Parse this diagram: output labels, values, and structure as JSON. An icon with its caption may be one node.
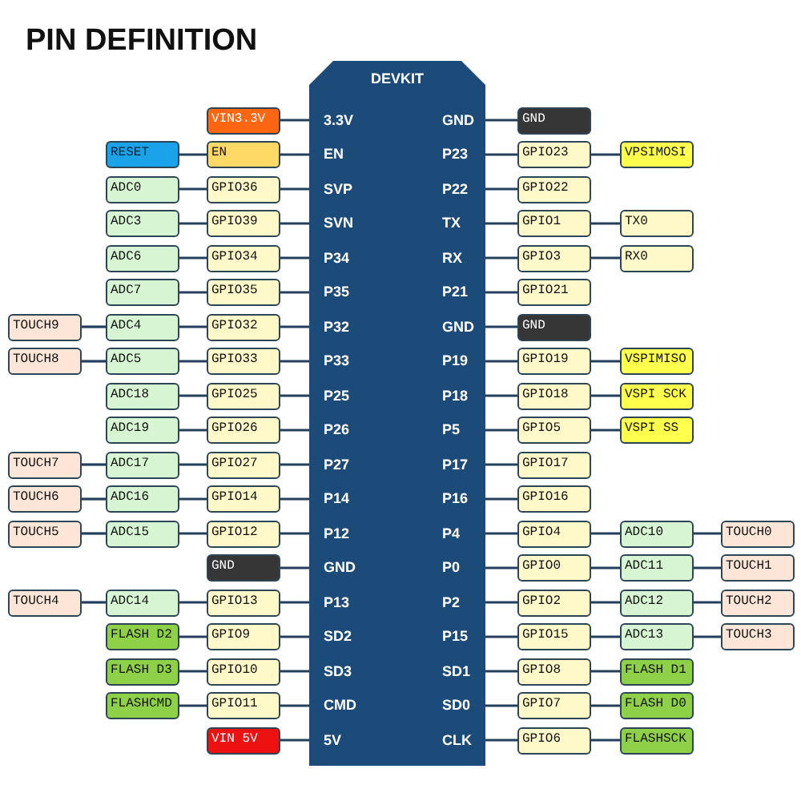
{
  "diagram": {
    "title": "PIN DEFINITION",
    "nodes": [
      {
        "text": [
          "DEVKIT"
        ]
      },
      {
        "text": [
          "VIN3.3V"
        ]
      },
      {
        "text": [
          "3.3V"
        ],
        "in": 0
      },
      {
        "text": [
          "GND"
        ],
        "in": 0
      },
      {
        "text": [
          "GND"
        ]
      },
      {
        "text": [
          "RESET"
        ]
      },
      {
        "text": [
          "EN"
        ]
      },
      {
        "text": [
          "EN"
        ],
        "in": 0
      },
      {
        "text": [
          "P23"
        ],
        "in": 0
      },
      {
        "text": [
          "GPIO23"
        ]
      },
      {
        "text": [
          "VPSIMOSI"
        ]
      },
      {
        "text": [
          "ADC0"
        ]
      },
      {
        "text": [
          "GPIO36"
        ]
      },
      {
        "text": [
          "SVP"
        ],
        "in": 0
      },
      {
        "text": [
          "P22"
        ],
        "in": 0
      },
      {
        "text": [
          "GPIO22"
        ]
      },
      {
        "text": [
          "ADC3"
        ]
      },
      {
        "text": [
          "GPIO39"
        ]
      },
      {
        "text": [
          "SVN"
        ],
        "in": 0
      },
      {
        "text": [
          "TX"
        ],
        "in": 0
      },
      {
        "text": [
          "GPIO1"
        ]
      },
      {
        "text": [
          "TX0"
        ]
      },
      {
        "text": [
          "ADC6"
        ]
      },
      {
        "text": [
          "GPIO34"
        ]
      },
      {
        "text": [
          "P34"
        ],
        "in": 0
      },
      {
        "text": [
          "RX"
        ],
        "in": 0
      },
      {
        "text": [
          "GPIO3"
        ]
      },
      {
        "text": [
          "RX0"
        ]
      },
      {
        "text": [
          "ADC7"
        ]
      },
      {
        "text": [
          "GPIO35"
        ]
      },
      {
        "text": [
          "P35"
        ],
        "in": 0
      },
      {
        "text": [
          "P21"
        ],
        "in": 0
      },
      {
        "text": [
          "GPIO21"
        ]
      },
      {
        "text": [
          "TOUCH9"
        ]
      },
      {
        "text": [
          "ADC4"
        ]
      },
      {
        "text": [
          "GPIO32"
        ]
      },
      {
        "text": [
          "P32"
        ],
        "in": 0
      },
      {
        "text": [
          "GND"
        ],
        "in": 0
      },
      {
        "text": [
          "GND"
        ]
      },
      {
        "text": [
          "TOUCH8"
        ]
      },
      {
        "text": [
          "ADC5"
        ]
      },
      {
        "text": [
          "GPIO33"
        ]
      },
      {
        "text": [
          "P33"
        ],
        "in": 0
      },
      {
        "text": [
          "P19"
        ],
        "in": 0
      },
      {
        "text": [
          "GPIO19"
        ]
      },
      {
        "text": [
          "VSPIMISO"
        ]
      },
      {
        "text": [
          "ADC18"
        ]
      },
      {
        "text": [
          "GPIO25"
        ]
      },
      {
        "text": [
          "P25"
        ],
        "in": 0
      },
      {
        "text": [
          "P18"
        ],
        "in": 0
      },
      {
        "text": [
          "GPIO18"
        ]
      },
      {
        "text": [
          "VSPI SCK"
        ]
      },
      {
        "text": [
          "ADC19"
        ]
      },
      {
        "text": [
          "GPIO26"
        ]
      },
      {
        "text": [
          "P26"
        ],
        "in": 0
      },
      {
        "text": [
          "P5"
        ],
        "in": 0
      },
      {
        "text": [
          "GPIO5"
        ]
      },
      {
        "text": [
          "VSPI SS"
        ]
      },
      {
        "text": [
          "TOUCH7"
        ]
      },
      {
        "text": [
          "ADC17"
        ]
      },
      {
        "text": [
          "GPIO27"
        ]
      },
      {
        "text": [
          "P27"
        ],
        "in": 0
      },
      {
        "text": [
          "P17"
        ],
        "in": 0
      },
      {
        "text": [
          "GPIO17"
        ]
      },
      {
        "text": [
          "TOUCH6"
        ]
      },
      {
        "text": [
          "ADC16"
        ]
      },
      {
        "text": [
          "GPIO14"
        ]
      },
      {
        "text": [
          "P14"
        ],
        "in": 0
      },
      {
        "text": [
          "P16"
        ],
        "in": 0
      },
      {
        "text": [
          "GPIO16"
        ]
      },
      {
        "text": [
          "TOUCH5"
        ]
      },
      {
        "text": [
          "ADC15"
        ]
      },
      {
        "text": [
          "GPIO12"
        ]
      },
      {
        "text": [
          "P12"
        ],
        "in": 0
      },
      {
        "text": [
          "P4"
        ],
        "in": 0
      },
      {
        "text": [
          "GPIO4"
        ]
      },
      {
        "text": [
          "ADC10"
        ]
      },
      {
        "text": [
          "TOUCH0"
        ]
      },
      {
        "text": [
          "GND"
        ]
      },
      {
        "text": [
          "GND"
        ],
        "in": 0
      },
      {
        "text": [
          "P0"
        ],
        "in": 0
      },
      {
        "text": [
          "GPIO0"
        ]
      },
      {
        "text": [
          "ADC11"
        ]
      },
      {
        "text": [
          "TOUCH1"
        ]
      },
      {
        "text": [
          "TOUCH4"
        ]
      },
      {
        "text": [
          "ADC14"
        ]
      },
      {
        "text": [
          "GPIO13"
        ]
      },
      {
        "text": [
          "P13"
        ],
        "in": 0
      },
      {
        "text": [
          "P2"
        ],
        "in": 0
      },
      {
        "text": [
          "GPIO2"
        ]
      },
      {
        "text": [
          "ADC12"
        ]
      },
      {
        "text": [
          "TOUCH2"
        ]
      },
      {
        "text": [
          "FLASH D2"
        ]
      },
      {
        "text": [
          "GPIO9"
        ]
      },
      {
        "text": [
          "SD2"
        ],
        "in": 0
      },
      {
        "text": [
          "P15"
        ],
        "in": 0
      },
      {
        "text": [
          "GPIO15"
        ]
      },
      {
        "text": [
          "ADC13"
        ]
      },
      {
        "text": [
          "TOUCH3"
        ]
      },
      {
        "text": [
          "FLASH D3"
        ]
      },
      {
        "text": [
          "GPIO10"
        ]
      },
      {
        "text": [
          "SD3"
        ],
        "in": 0
      },
      {
        "text": [
          "SD1"
        ],
        "in": 0
      },
      {
        "text": [
          "GPIO8"
        ]
      },
      {
        "text": [
          "FLASH D1"
        ]
      },
      {
        "text": [
          "FLASHCMD"
        ]
      },
      {
        "text": [
          "GPIO11"
        ]
      },
      {
        "text": [
          "CMD"
        ],
        "in": 0
      },
      {
        "text": [
          "SD0"
        ],
        "in": 0
      },
      {
        "text": [
          "GPIO7"
        ]
      },
      {
        "text": [
          "FLASH D0"
        ]
      },
      {
        "text": [
          "VIN 5V"
        ]
      },
      {
        "text": [
          "5V"
        ],
        "in": 0
      },
      {
        "text": [
          "CLK"
        ],
        "in": 0
      },
      {
        "text": [
          "GPIO6"
        ]
      },
      {
        "text": [
          "FLASHSCK"
        ]
      }
    ],
    "edges": [
      {
        "from": 1,
        "to": 2,
        "arrow": "none"
      },
      {
        "from": 3,
        "to": 4,
        "arrow": "none"
      },
      {
        "from": 5,
        "to": 6,
        "arrow": "none"
      },
      {
        "from": 6,
        "to": 7,
        "arrow": "none"
      },
      {
        "from": 8,
        "to": 9,
        "arrow": "none"
      },
      {
        "from": 9,
        "to": 10,
        "arrow": "none"
      },
      {
        "from": 11,
        "to": 12,
        "arrow": "none"
      },
      {
        "from": 12,
        "to": 13,
        "arrow": "none"
      },
      {
        "from": 14,
        "to": 15,
        "arrow": "none"
      },
      {
        "from": 16,
        "to": 17,
        "arrow": "none"
      },
      {
        "from": 17,
        "to": 18,
        "arrow": "none"
      },
      {
        "from": 19,
        "to": 20,
        "arrow": "none"
      },
      {
        "from": 20,
        "to": 21,
        "arrow": "none"
      },
      {
        "from": 22,
        "to": 23,
        "arrow": "none"
      },
      {
        "from": 23,
        "to": 24,
        "arrow": "none"
      },
      {
        "from": 25,
        "to": 26,
        "arrow": "none"
      },
      {
        "from": 26,
        "to": 27,
        "arrow": "none"
      },
      {
        "from": 28,
        "to": 29,
        "arrow": "none"
      },
      {
        "from": 29,
        "to": 30,
        "arrow": "none"
      },
      {
        "from": 31,
        "to": 32,
        "arrow": "none"
      },
      {
        "from": 33,
        "to": 34,
        "arrow": "none"
      },
      {
        "from": 34,
        "to": 35,
        "arrow": "none"
      },
      {
        "from": 35,
        "to": 36,
        "arrow": "none"
      },
      {
        "from": 37,
        "to": 38,
        "arrow": "none"
      },
      {
        "from": 39,
        "to": 40,
        "arrow": "none"
      },
      {
        "from": 40,
        "to": 41,
        "arrow": "none"
      },
      {
        "from": 41,
        "to": 42,
        "arrow": "none"
      },
      {
        "from": 43,
        "to": 44,
        "arrow": "none"
      },
      {
        "from": 44,
        "to": 45,
        "arrow": "none"
      },
      {
        "from": 46,
        "to": 47,
        "arrow": "none"
      },
      {
        "from": 47,
        "to": 48,
        "arrow": "none"
      },
      {
        "from": 49,
        "to": 50,
        "arrow": "none"
      },
      {
        "from": 50,
        "to": 51,
        "arrow": "none"
      },
      {
        "from": 52,
        "to": 53,
        "arrow": "none"
      },
      {
        "from": 53,
        "to": 54,
        "arrow": "none"
      },
      {
        "from": 55,
        "to": 56,
        "arrow": "none"
      },
      {
        "from": 56,
        "to": 57,
        "arrow": "none"
      },
      {
        "from": 58,
        "to": 59,
        "arrow": "none"
      },
      {
        "from": 59,
        "to": 60,
        "arrow": "none"
      },
      {
        "from": 60,
        "to": 61,
        "arrow": "none"
      },
      {
        "from": 62,
        "to": 63,
        "arrow": "none"
      },
      {
        "from": 64,
        "to": 65,
        "arrow": "none"
      },
      {
        "from": 65,
        "to": 66,
        "arrow": "none"
      },
      {
        "from": 66,
        "to": 67,
        "arrow": "none"
      },
      {
        "from": 68,
        "to": 69,
        "arrow": "none"
      },
      {
        "from": 70,
        "to": 71,
        "arrow": "none"
      },
      {
        "from": 71,
        "to": 72,
        "arrow": "none"
      },
      {
        "from": 72,
        "to": 73,
        "arrow": "none"
      },
      {
        "from": 74,
        "to": 75,
        "arrow": "none"
      },
      {
        "from": 75,
        "to": 76,
        "arrow": "none"
      },
      {
        "from": 76,
        "to": 77,
        "arrow": "none"
      },
      {
        "from": 78,
        "to": 79,
        "arrow": "none"
      },
      {
        "from": 80,
        "to": 81,
        "arrow": "none"
      },
      {
        "from": 81,
        "to": 82,
        "arrow": "none"
      },
      {
        "from": 82,
        "to": 83,
        "arrow": "none"
      },
      {
        "from": 84,
        "to": 85,
        "arrow": "none"
      },
      {
        "from": 85,
        "to": 86,
        "arrow": "none"
      },
      {
        "from": 86,
        "to": 87,
        "arrow": "none"
      },
      {
        "from": 88,
        "to": 89,
        "arrow": "none"
      },
      {
        "from": 89,
        "to": 90,
        "arrow": "none"
      },
      {
        "from": 90,
        "to": 91,
        "arrow": "none"
      },
      {
        "from": 92,
        "to": 93,
        "arrow": "none"
      },
      {
        "from": 93,
        "to": 94,
        "arrow": "none"
      },
      {
        "from": 95,
        "to": 96,
        "arrow": "none"
      },
      {
        "from": 96,
        "to": 97,
        "arrow": "none"
      },
      {
        "from": 97,
        "to": 98,
        "arrow": "none"
      },
      {
        "from": 99,
        "to": 100,
        "arrow": "none"
      },
      {
        "from": 100,
        "to": 101,
        "arrow": "none"
      },
      {
        "from": 102,
        "to": 103,
        "arrow": "none"
      },
      {
        "from": 103,
        "to": 104,
        "arrow": "none"
      },
      {
        "from": 105,
        "to": 106,
        "arrow": "none"
      },
      {
        "from": 106,
        "to": 107,
        "arrow": "none"
      },
      {
        "from": 108,
        "to": 109,
        "arrow": "none"
      },
      {
        "from": 109,
        "to": 110,
        "arrow": "none"
      },
      {
        "from": 111,
        "to": 112,
        "arrow": "none"
      },
      {
        "from": 113,
        "to": 114,
        "arrow": "none"
      },
      {
        "from": 114,
        "to": 115,
        "arrow": "none"
      }
    ]
  }
}
